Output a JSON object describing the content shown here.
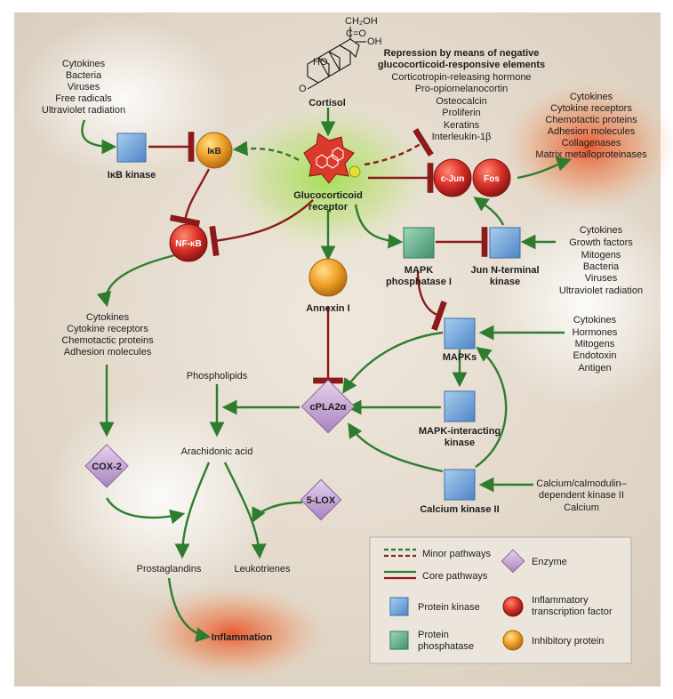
{
  "colors": {
    "background": "#e8dfd2",
    "core_pathway": "#8b1a1a",
    "activation_arrow": "#2e7d2e",
    "protein_kinase": "#6fa3d9",
    "protein_phosphatase": "#5faa8a",
    "enzyme": "#c7a6d6",
    "inflammatory_tf": "#d9302a",
    "inhibitory_protein": "#f0a02a",
    "glucocorticoid_receptor": "#d93a2a",
    "inflammation_glow": "#e8623a",
    "gr_glow": "#8fd04a"
  },
  "cortisol": {
    "label": "Cortisol",
    "struct_oh_top": "CH₂OH",
    "struct_co": "C=O",
    "struct_oh_right": "OH",
    "struct_ho": "HO",
    "struct_o": "O"
  },
  "gr": {
    "line1": "Glucocorticoid",
    "line2": "receptor"
  },
  "repression": {
    "title1": "Repression by means of negative",
    "title2": "glucocorticoid-responsive elements",
    "items": [
      "Corticotropin-releasing hormone",
      "Pro-opiomelanocortin",
      "Osteocalcin",
      "Proliferin",
      "Keratins",
      "Interleukin-1β"
    ]
  },
  "stimuli_ikk": [
    "Cytokines",
    "Bacteria",
    "Viruses",
    "Free radicals",
    "Ultraviolet radiation"
  ],
  "ikk": {
    "label": "IκB kinase"
  },
  "ikb": {
    "label": "IκB"
  },
  "nfkb": {
    "label": "NF-κB"
  },
  "cjun": {
    "label": "c-Jun"
  },
  "fos": {
    "label": "Fos"
  },
  "ap1_targets": [
    "Cytokines",
    "Cytokine receptors",
    "Chemotactic proteins",
    "Adhesion molecules",
    "Collagenases",
    "Matrix metalloproteinases"
  ],
  "nfkb_targets": [
    "Cytokines",
    "Cytokine receptors",
    "Chemotactic proteins",
    "Adhesion molecules"
  ],
  "jnk": {
    "line1": "Jun N-terminal",
    "line2": "kinase"
  },
  "jnk_stimuli": [
    "Cytokines",
    "Growth factors",
    "Mitogens",
    "Bacteria",
    "Viruses",
    "Ultraviolet radiation"
  ],
  "mkp1": {
    "line1": "MAPK",
    "line2": "phosphatase I"
  },
  "annexin": {
    "label": "Annexin I"
  },
  "mapks": {
    "label": "MAPKs"
  },
  "mapk_stimuli": [
    "Cytokines",
    "Hormones",
    "Mitogens",
    "Endotoxin",
    "Antigen"
  ],
  "mnk": {
    "line1": "MAPK-interacting",
    "line2": "kinase"
  },
  "cak": {
    "label": "Calcium kinase II"
  },
  "cak_stimuli": [
    "Calcium/calmodulin–",
    "dependent kinase II",
    "Calcium"
  ],
  "cpla2": {
    "label": "cPLA2α"
  },
  "phospholipids": {
    "label": "Phospholipids"
  },
  "arachidonic": {
    "label": "Arachidonic acid"
  },
  "cox2": {
    "label": "COX-2"
  },
  "lox5": {
    "label": "5-LOX"
  },
  "prostaglandins": {
    "label": "Prostaglandins"
  },
  "leukotrienes": {
    "label": "Leukotrienes"
  },
  "inflammation": {
    "label": "Inflammation"
  },
  "legend": {
    "minor": "Minor pathways",
    "core": "Core pathways",
    "enzyme": "Enzyme",
    "kinase": "Protein kinase",
    "tf1": "Inflammatory",
    "tf2": "transcription factor",
    "phos1": "Protein",
    "phos2": "phosphatase",
    "inhib": "Inhibitory protein"
  }
}
